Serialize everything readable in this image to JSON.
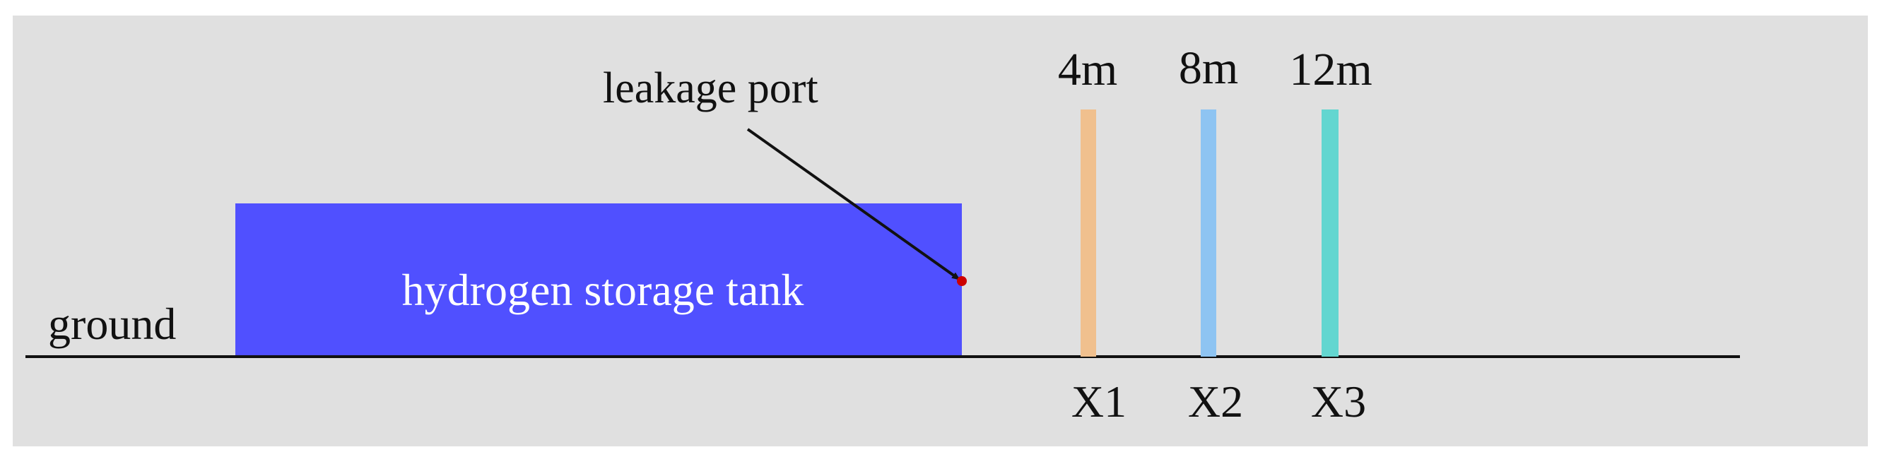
{
  "diagram": {
    "ground_label": "ground",
    "tank_label": "hydrogen storage tank",
    "leak_label": "leakage port",
    "sensors": [
      {
        "distance_label": "4m",
        "name": "X1",
        "color": "#F0C08E"
      },
      {
        "distance_label": "8m",
        "name": "X2",
        "color": "#8EC4F2"
      },
      {
        "distance_label": "12m",
        "name": "X3",
        "color": "#63D6D0"
      }
    ],
    "colors": {
      "background": "#E0E0E0",
      "tank": "#5050FF",
      "leak_point": "#CC0000",
      "line": "#111111"
    }
  }
}
